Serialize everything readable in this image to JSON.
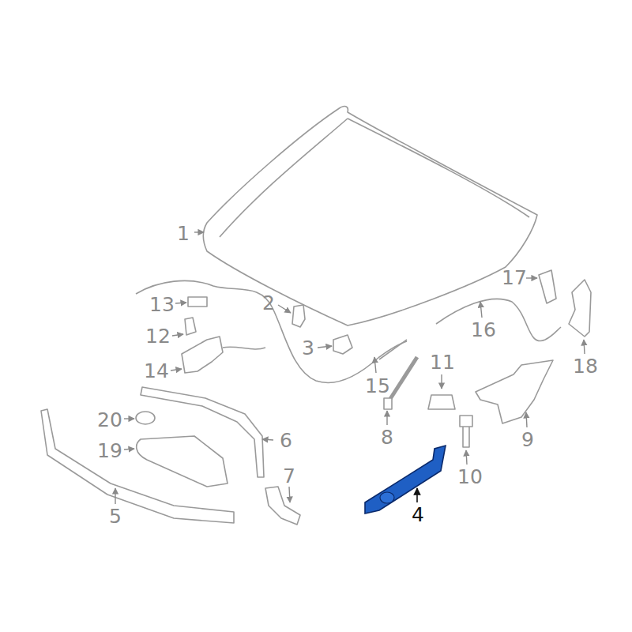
{
  "diagram": {
    "labels": [
      "1",
      "13",
      "2",
      "17",
      "12",
      "16",
      "3",
      "14",
      "11",
      "18",
      "15",
      "20",
      "8",
      "6",
      "9",
      "19",
      "10",
      "7",
      "4",
      "5"
    ]
  }
}
